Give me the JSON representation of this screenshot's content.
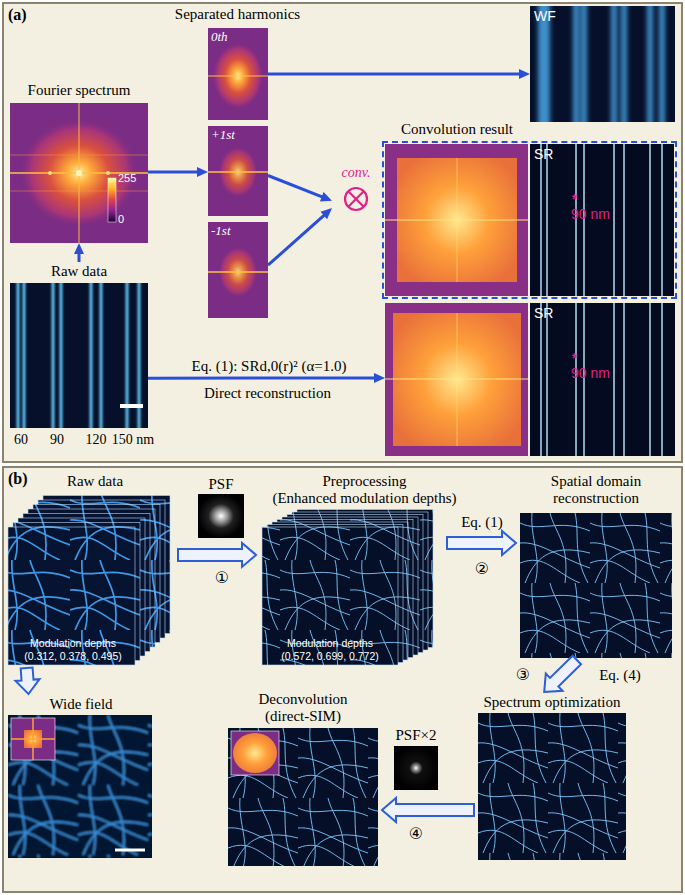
{
  "diagram": {
    "nodes": [
      {
        "text": [
          "(a)"
        ]
      },
      {
        "text": [
          "0th"
        ],
        "in": 0
      },
      {
        "text": [
          "WF"
        ],
        "in": 0
      },
      {
        "text": [
          "Fourier spectrum",
          "255",
          "0"
        ],
        "in": 0
      },
      {
        "text": [
          "+1st"
        ],
        "in": 0
      },
      {
        "text": [
          "conv."
        ],
        "in": 0
      },
      {
        "text": [
          "Convolution result"
        ],
        "in": 0
      },
      {
        "text": [
          "SR",
          "*",
          "90 nm"
        ],
        "in": 6
      },
      {
        "text": [
          "-1st"
        ],
        "in": 0
      },
      {
        "text": [
          "Raw data"
        ],
        "in": 0
      },
      {
        "text": [
          "SR",
          "*",
          "90 nm"
        ],
        "in": 0
      },
      {
        "text": [
          "(b)"
        ]
      },
      {
        "text": [
          "Raw data",
          "Modulation depths (0.312, 0.378, 0.495)"
        ],
        "in": 11
      },
      {
        "text": [
          "PSF"
        ],
        "in": 11
      },
      {
        "text": [
          "Preprocessing (Enhanced modulation depths)",
          "Modulation depths (0.572, 0.699, 0.772)"
        ],
        "in": 11
      },
      {
        "text": [
          "Spatial domain reconstruction"
        ],
        "in": 11
      },
      {
        "text": [
          "Wide field"
        ],
        "in": 11
      },
      {
        "text": [
          "Deconvolution (direct-SIM)"
        ],
        "in": 11
      },
      {
        "text": [
          "PSF×2"
        ],
        "in": 11
      },
      {
        "text": [
          "Spectrum optimization"
        ],
        "in": 11
      }
    ],
    "edges": [
      {
        "from": 9,
        "to": 3,
        "arrow": "to"
      },
      {
        "from": 3,
        "to": 4,
        "arrow": "to"
      },
      {
        "from": 1,
        "to": 2,
        "arrow": "to"
      },
      {
        "from": 4,
        "to": 5,
        "arrow": "to"
      },
      {
        "from": 8,
        "to": 5,
        "arrow": "to"
      },
      {
        "from": 9,
        "to": 10,
        "arrow": "to",
        "label": "Eq. (1): SRd,0(r)² (α=1.0)"
      },
      {
        "from": 12,
        "to": 14,
        "arrow": "to",
        "label": "①"
      },
      {
        "from": 14,
        "to": 15,
        "arrow": "to",
        "label": "Eq. (1)"
      },
      {
        "from": 15,
        "to": 19,
        "arrow": "to",
        "label": "Eq. (4)"
      },
      {
        "from": 19,
        "to": 17,
        "arrow": "to",
        "label": "④"
      },
      {
        "from": 12,
        "to": 16,
        "arrow": "to"
      }
    ],
    "labels": [
      "Separated harmonics",
      "60",
      "90",
      "120",
      "150 nm",
      "Direct reconstruction",
      "②",
      "③"
    ]
  }
}
